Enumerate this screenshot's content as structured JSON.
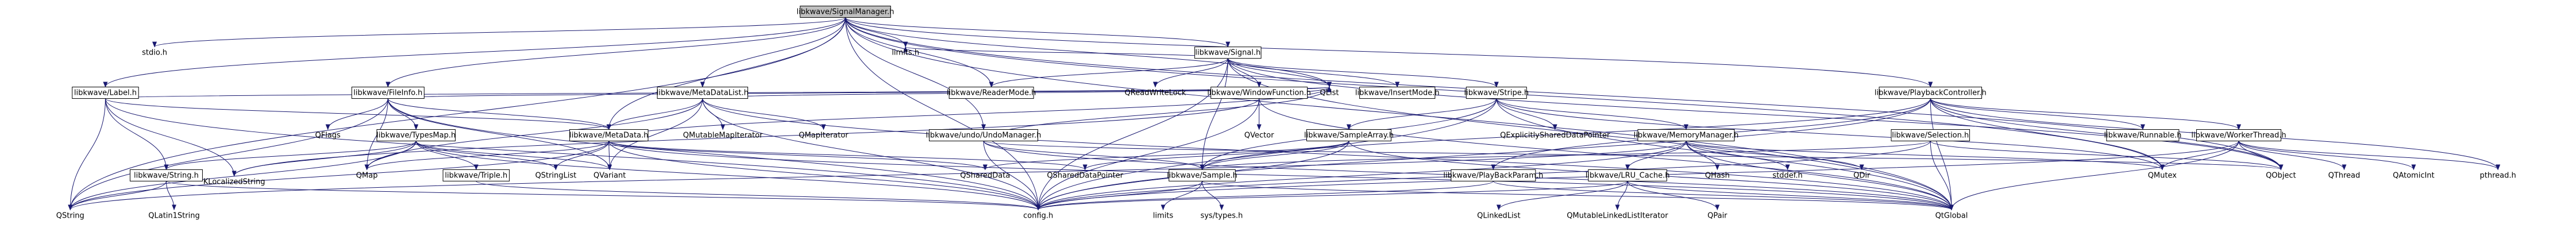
{
  "diagram": {
    "nodes": [
      {
        "id": "signal_manager",
        "label": "libkwave/SignalManager.h",
        "shape": "box-root"
      },
      {
        "id": "stdio",
        "label": "stdio.h",
        "shape": "plain"
      },
      {
        "id": "label",
        "label": "libkwave/Label.h",
        "shape": "box"
      },
      {
        "id": "fileinfo",
        "label": "libkwave/FileInfo.h",
        "shape": "box"
      },
      {
        "id": "metadatalist",
        "label": "libkwave/MetaDataList.h",
        "shape": "box"
      },
      {
        "id": "limits",
        "label": "limits.h",
        "shape": "plain"
      },
      {
        "id": "readermode",
        "label": "libkwave/ReaderMode.h",
        "shape": "box"
      },
      {
        "id": "signal",
        "label": "libkwave/Signal.h",
        "shape": "box"
      },
      {
        "id": "playbackcontroller",
        "label": "libkwave/PlaybackController.h",
        "shape": "box"
      },
      {
        "id": "qflags",
        "label": "QFlags",
        "shape": "plain"
      },
      {
        "id": "typesmap",
        "label": "libkwave/TypesMap.h",
        "shape": "box"
      },
      {
        "id": "metadata",
        "label": "libkwave/MetaData.h",
        "shape": "box"
      },
      {
        "id": "qmutablemapiterator",
        "label": "QMutableMapIterator",
        "shape": "plain"
      },
      {
        "id": "qmapiterator",
        "label": "QMapIterator",
        "shape": "plain"
      },
      {
        "id": "undomanager",
        "label": "libkwave/undo/UndoManager.h",
        "shape": "box"
      },
      {
        "id": "qreadwritelock",
        "label": "QReadWriteLock",
        "shape": "plain"
      },
      {
        "id": "windowfunction",
        "label": "libkwave/WindowFunction.h",
        "shape": "box"
      },
      {
        "id": "qlist",
        "label": "QList",
        "shape": "plain"
      },
      {
        "id": "insertmode",
        "label": "libkwave/InsertMode.h",
        "shape": "box"
      },
      {
        "id": "stripe",
        "label": "libkwave/Stripe.h",
        "shape": "box"
      },
      {
        "id": "qvector",
        "label": "QVector",
        "shape": "plain"
      },
      {
        "id": "samplearray",
        "label": "libkwave/SampleArray.h",
        "shape": "box"
      },
      {
        "id": "qexplicitlyshareddatapointer",
        "label": "QExplicitlySharedDataPointer",
        "shape": "plain"
      },
      {
        "id": "memorymanager",
        "label": "libkwave/MemoryManager.h",
        "shape": "box"
      },
      {
        "id": "runnable",
        "label": "libkwave/Runnable.h",
        "shape": "box"
      },
      {
        "id": "selection",
        "label": "libkwave/Selection.h",
        "shape": "box"
      },
      {
        "id": "workerthread",
        "label": "libkwave/WorkerThread.h",
        "shape": "box"
      },
      {
        "id": "string",
        "label": "libkwave/String.h",
        "shape": "box"
      },
      {
        "id": "klocalizedstring",
        "label": "KLocalizedString",
        "shape": "plain"
      },
      {
        "id": "qmap",
        "label": "QMap",
        "shape": "plain"
      },
      {
        "id": "triple",
        "label": "libkwave/Triple.h",
        "shape": "box"
      },
      {
        "id": "qstringlist",
        "label": "QStringList",
        "shape": "plain"
      },
      {
        "id": "qvariant",
        "label": "QVariant",
        "shape": "plain"
      },
      {
        "id": "qshareddata",
        "label": "QSharedData",
        "shape": "plain"
      },
      {
        "id": "qshareddatapointer",
        "label": "QSharedDataPointer",
        "shape": "plain"
      },
      {
        "id": "sample",
        "label": "libkwave/Sample.h",
        "shape": "box"
      },
      {
        "id": "playbackparam",
        "label": "libkwave/PlayBackParam.h",
        "shape": "box"
      },
      {
        "id": "lrucache",
        "label": "libkwave/LRU_Cache.h",
        "shape": "box"
      },
      {
        "id": "qhash",
        "label": "QHash",
        "shape": "plain"
      },
      {
        "id": "stddef",
        "label": "stddef.h",
        "shape": "plain"
      },
      {
        "id": "qdir",
        "label": "QDir",
        "shape": "plain"
      },
      {
        "id": "qmutex",
        "label": "QMutex",
        "shape": "plain"
      },
      {
        "id": "qobject",
        "label": "QObject",
        "shape": "plain"
      },
      {
        "id": "qthread",
        "label": "QThread",
        "shape": "plain"
      },
      {
        "id": "qatomicint",
        "label": "QAtomicInt",
        "shape": "plain"
      },
      {
        "id": "pthread",
        "label": "pthread.h",
        "shape": "plain"
      },
      {
        "id": "qstring",
        "label": "QString",
        "shape": "plain"
      },
      {
        "id": "qlatin1string",
        "label": "QLatin1String",
        "shape": "plain"
      },
      {
        "id": "config",
        "label": "config.h",
        "shape": "plain"
      },
      {
        "id": "limits_plain",
        "label": "limits",
        "shape": "plain"
      },
      {
        "id": "systypes",
        "label": "sys/types.h",
        "shape": "plain"
      },
      {
        "id": "qlinkedlist",
        "label": "QLinkedList",
        "shape": "plain"
      },
      {
        "id": "qmutablelinkedlistiterator",
        "label": "QMutableLinkedListIterator",
        "shape": "plain"
      },
      {
        "id": "qpair",
        "label": "QPair",
        "shape": "plain"
      },
      {
        "id": "qtglobal",
        "label": "QtGlobal",
        "shape": "plain"
      }
    ],
    "edges": [
      [
        "signal_manager",
        "stdio"
      ],
      [
        "signal_manager",
        "label"
      ],
      [
        "signal_manager",
        "fileinfo"
      ],
      [
        "signal_manager",
        "metadatalist"
      ],
      [
        "signal_manager",
        "limits"
      ],
      [
        "signal_manager",
        "readermode"
      ],
      [
        "signal_manager",
        "signal"
      ],
      [
        "signal_manager",
        "playbackcontroller"
      ],
      [
        "signal_manager",
        "metadata"
      ],
      [
        "signal_manager",
        "undomanager"
      ],
      [
        "signal_manager",
        "qlist"
      ],
      [
        "signal_manager",
        "qstring"
      ],
      [
        "signal_manager",
        "config"
      ],
      [
        "signal_manager",
        "qtglobal"
      ],
      [
        "signal_manager",
        "qobject"
      ],
      [
        "signal_manager",
        "qmutex"
      ],
      [
        "label",
        "string"
      ],
      [
        "label",
        "metadata"
      ],
      [
        "label",
        "qlist"
      ],
      [
        "label",
        "qstring"
      ],
      [
        "label",
        "config"
      ],
      [
        "label",
        "klocalizedstring"
      ],
      [
        "fileinfo",
        "qflags"
      ],
      [
        "fileinfo",
        "typesmap"
      ],
      [
        "fileinfo",
        "metadata"
      ],
      [
        "fileinfo",
        "qmap"
      ],
      [
        "fileinfo",
        "qvariant"
      ],
      [
        "fileinfo",
        "qstring"
      ],
      [
        "fileinfo",
        "config"
      ],
      [
        "fileinfo",
        "qlist"
      ],
      [
        "metadatalist",
        "metadata"
      ],
      [
        "metadatalist",
        "qmutablemapiterator"
      ],
      [
        "metadatalist",
        "qmapiterator"
      ],
      [
        "metadatalist",
        "qlist"
      ],
      [
        "metadatalist",
        "qmap"
      ],
      [
        "metadatalist",
        "qvariant"
      ],
      [
        "metadatalist",
        "config"
      ],
      [
        "metadatalist",
        "qtglobal"
      ],
      [
        "signal",
        "limits"
      ],
      [
        "signal",
        "qreadwritelock"
      ],
      [
        "signal",
        "qlist"
      ],
      [
        "signal",
        "windowfunction"
      ],
      [
        "signal",
        "insertmode"
      ],
      [
        "signal",
        "stripe"
      ],
      [
        "signal",
        "readermode"
      ],
      [
        "signal",
        "config"
      ],
      [
        "signal",
        "qobject"
      ],
      [
        "signal",
        "qtglobal"
      ],
      [
        "signal",
        "sample"
      ],
      [
        "playbackcontroller",
        "runnable"
      ],
      [
        "playbackcontroller",
        "workerthread"
      ],
      [
        "playbackcontroller",
        "playbackparam"
      ],
      [
        "playbackcontroller",
        "sample"
      ],
      [
        "playbackcontroller",
        "qobject"
      ],
      [
        "playbackcontroller",
        "qmutex"
      ],
      [
        "playbackcontroller",
        "config"
      ],
      [
        "playbackcontroller",
        "pthread"
      ],
      [
        "playbackcontroller",
        "qtglobal"
      ],
      [
        "typesmap",
        "triple"
      ],
      [
        "typesmap",
        "qmap"
      ],
      [
        "typesmap",
        "qstringlist"
      ],
      [
        "typesmap",
        "string"
      ],
      [
        "typesmap",
        "qstring"
      ],
      [
        "typesmap",
        "config"
      ],
      [
        "typesmap",
        "klocalizedstring"
      ],
      [
        "typesmap",
        "qvariant"
      ],
      [
        "metadata",
        "qmap"
      ],
      [
        "metadata",
        "qstringlist"
      ],
      [
        "metadata",
        "qvariant"
      ],
      [
        "metadata",
        "qshareddata"
      ],
      [
        "metadata",
        "qshareddatapointer"
      ],
      [
        "metadata",
        "qlist"
      ],
      [
        "metadata",
        "qstring"
      ],
      [
        "metadata",
        "config"
      ],
      [
        "metadata",
        "qtglobal"
      ],
      [
        "undomanager",
        "qlist"
      ],
      [
        "undomanager",
        "qobject"
      ],
      [
        "undomanager",
        "sample"
      ],
      [
        "undomanager",
        "config"
      ],
      [
        "undomanager",
        "qtglobal"
      ],
      [
        "windowfunction",
        "qvector"
      ],
      [
        "windowfunction",
        "qlist"
      ],
      [
        "windowfunction",
        "config"
      ],
      [
        "windowfunction",
        "qtglobal"
      ],
      [
        "windowfunction",
        "klocalizedstring"
      ],
      [
        "stripe",
        "samplearray"
      ],
      [
        "stripe",
        "qexplicitlyshareddatapointer"
      ],
      [
        "stripe",
        "memorymanager"
      ],
      [
        "stripe",
        "sample"
      ],
      [
        "stripe",
        "qmutex"
      ],
      [
        "stripe",
        "config"
      ],
      [
        "stripe",
        "qtglobal"
      ],
      [
        "samplearray",
        "sample"
      ],
      [
        "samplearray",
        "qshareddata"
      ],
      [
        "samplearray",
        "qshareddatapointer"
      ],
      [
        "samplearray",
        "config"
      ],
      [
        "samplearray",
        "qtglobal"
      ],
      [
        "memorymanager",
        "lrucache"
      ],
      [
        "memorymanager",
        "qhash"
      ],
      [
        "memorymanager",
        "stddef"
      ],
      [
        "memorymanager",
        "qdir"
      ],
      [
        "memorymanager",
        "qmutex"
      ],
      [
        "memorymanager",
        "qstring"
      ],
      [
        "memorymanager",
        "config"
      ],
      [
        "memorymanager",
        "qtglobal"
      ],
      [
        "selection",
        "qobject"
      ],
      [
        "selection",
        "config"
      ],
      [
        "selection",
        "sample"
      ],
      [
        "selection",
        "qtglobal"
      ],
      [
        "workerthread",
        "qmutex"
      ],
      [
        "workerthread",
        "qobject"
      ],
      [
        "workerthread",
        "qthread"
      ],
      [
        "workerthread",
        "qatomicint"
      ],
      [
        "workerthread",
        "pthread"
      ],
      [
        "workerthread",
        "config"
      ],
      [
        "workerthread",
        "qtglobal"
      ],
      [
        "string",
        "qstring"
      ],
      [
        "string",
        "qlatin1string"
      ],
      [
        "string",
        "config"
      ],
      [
        "sample",
        "limits_plain"
      ],
      [
        "sample",
        "systypes"
      ],
      [
        "sample",
        "config"
      ],
      [
        "sample",
        "qtglobal"
      ],
      [
        "playbackparam",
        "config"
      ],
      [
        "playbackparam",
        "qtglobal"
      ],
      [
        "lrucache",
        "qlinkedlist"
      ],
      [
        "lrucache",
        "qmutablelinkedlistiterator"
      ],
      [
        "lrucache",
        "qpair"
      ],
      [
        "lrucache",
        "config"
      ],
      [
        "lrucache",
        "qtglobal"
      ],
      [
        "triple",
        "config"
      ]
    ]
  },
  "colors": {
    "root_fill": "#bfbfbf",
    "node_fill": "#ffffff",
    "node_border": "#000000",
    "edge": "#191970"
  }
}
